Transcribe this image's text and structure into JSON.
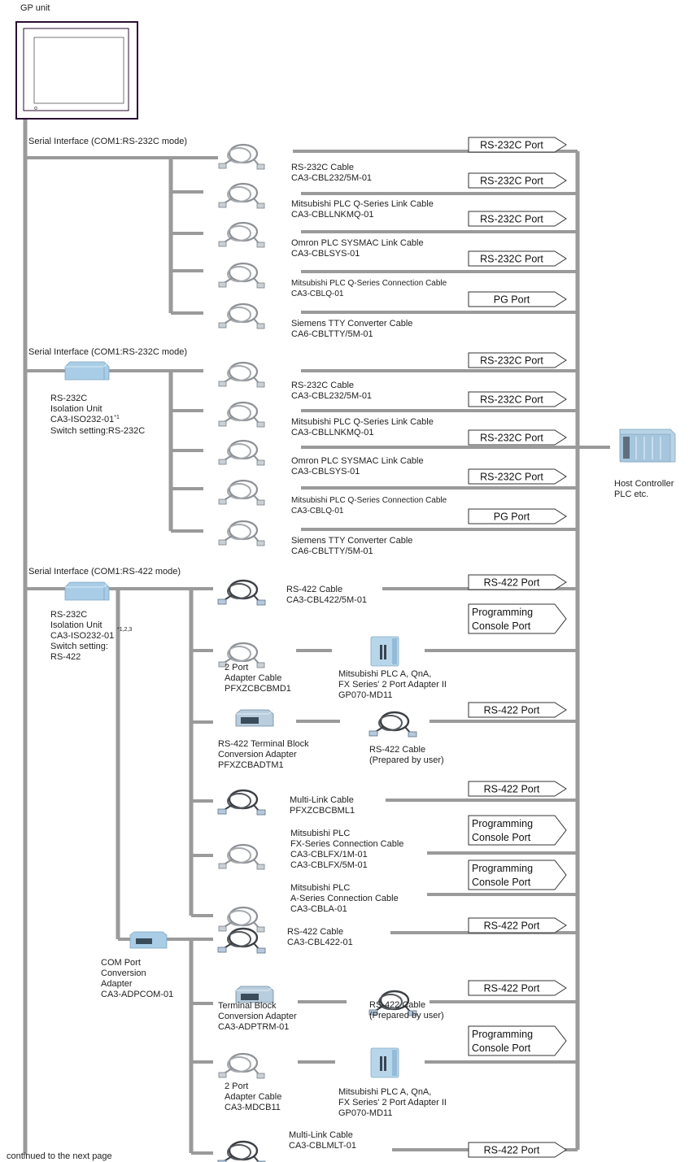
{
  "gp_unit": "GP unit",
  "continued": "continued to the next page",
  "host": {
    "line1": "Host Controller",
    "line2": "PLC etc."
  },
  "sections": {
    "s1": "Serial Interface (COM1:RS-232C mode)",
    "s2": "Serial Interface (COM1:RS-232C mode)",
    "s3": "Serial Interface (COM1:RS-422 mode)"
  },
  "iso1": {
    "l1": "RS-232C",
    "l2": "Isolation Unit",
    "l3": "CA3-ISO232-01",
    "sup": "*1",
    "l4": "Switch setting:RS-232C"
  },
  "iso2": {
    "l1": "RS-232C",
    "l2": "Isolation Unit",
    "l3": "CA3-ISO232-01",
    "sup": "*1,2,3",
    "l4": "Switch setting:",
    "l5": "RS-422"
  },
  "com_port": {
    "l1": "COM Port",
    "l2": "Conversion",
    "l3": "Adapter",
    "l4": "CA3-ADPCOM-01"
  },
  "cables": [
    {
      "l1": "RS-232C Cable",
      "l2": "CA3-CBL232/5M-01"
    },
    {
      "l1": "Mitsubishi PLC Q-Series Link Cable",
      "l2": "CA3-CBLLNKMQ-01"
    },
    {
      "l1": "Omron PLC SYSMAC Link Cable",
      "l2": "CA3-CBLSYS-01"
    },
    {
      "l1": "Mitsubishi PLC Q-Series Connection Cable",
      "l2": "CA3-CBLQ-01"
    },
    {
      "l1": "Siemens TTY Converter Cable",
      "l2": "CA6-CBLTTY/5M-01"
    },
    {
      "l1": "RS-232C Cable",
      "l2": "CA3-CBL232/5M-01"
    },
    {
      "l1": "Mitsubishi PLC Q-Series Link Cable",
      "l2": "CA3-CBLLNKMQ-01"
    },
    {
      "l1": "Omron PLC SYSMAC Link Cable",
      "l2": "CA3-CBLSYS-01"
    },
    {
      "l1": "Mitsubishi PLC Q-Series Connection Cable",
      "l2": "CA3-CBLQ-01"
    },
    {
      "l1": "Siemens TTY Converter Cable",
      "l2": "CA6-CBLTTY/5M-01"
    },
    {
      "l1": "RS-422 Cable",
      "l2": "CA3-CBL422/5M-01"
    }
  ],
  "rs422_items": {
    "two_port_cable": {
      "l1": "2 Port",
      "l2": "Adapter Cable",
      "l3": "PFXZCBCBMD1"
    },
    "two_port_adapter": {
      "l1": "Mitsubishi PLC A, QnA,",
      "l2": "FX Series' 2 Port Adapter II",
      "l3": "GP070-MD11"
    },
    "term_block": {
      "l1": "RS-422 Terminal Block",
      "l2": "Conversion Adapter",
      "l3": "PFXZCBADTM1"
    },
    "user_cable": {
      "l1": "RS-422 Cable",
      "l2": "(Prepared by user)"
    },
    "multilink": {
      "l1": "Multi-Link Cable",
      "l2": "PFXZCBCBML1"
    },
    "fx_cable": {
      "l1": "Mitsubishi PLC",
      "l2": "FX-Series Connection Cable",
      "l3": "CA3-CBLFX/1M-01",
      "l4": "CA3-CBLFX/5M-01"
    },
    "a_cable": {
      "l1": "Mitsubishi PLC",
      "l2": "A-Series Connection Cable",
      "l3": "CA3-CBLA-01"
    }
  },
  "com_items": {
    "rs422_cable": {
      "l1": "RS-422 Cable",
      "l2": "CA3-CBL422-01"
    },
    "term_block": {
      "l1": "Terminal Block",
      "l2": "Conversion Adapter",
      "l3": "CA3-ADPTRM-01"
    },
    "user_cable": {
      "l1": "RS-422 Cable",
      "l2": "(Prepared by user)"
    },
    "two_port_cable": {
      "l1": "2 Port",
      "l2": "Adapter Cable",
      "l3": "CA3-MDCB11"
    },
    "two_port_adapter": {
      "l1": "Mitsubishi PLC A, QnA,",
      "l2": "FX Series' 2 Port Adapter II",
      "l3": "GP070-MD11"
    },
    "multilink": {
      "l1": "Multi-Link Cable",
      "l2": "CA3-CBLMLT-01"
    }
  },
  "ports": [
    "RS-232C Port",
    "RS-232C Port",
    "RS-232C Port",
    "RS-232C Port",
    "PG Port",
    "RS-232C Port",
    "RS-232C Port",
    "RS-232C Port",
    "RS-232C Port",
    "PG Port",
    "RS-422 Port",
    {
      "l1": "Programming",
      "l2": "Console Port"
    },
    "RS-422 Port",
    "RS-422 Port",
    {
      "l1": "Programming",
      "l2": "Console Port"
    },
    {
      "l1": "Programming",
      "l2": "Console Port"
    },
    "RS-422 Port",
    "RS-422 Port",
    {
      "l1": "Programming",
      "l2": "Console Port"
    },
    "RS-422 Port"
  ]
}
